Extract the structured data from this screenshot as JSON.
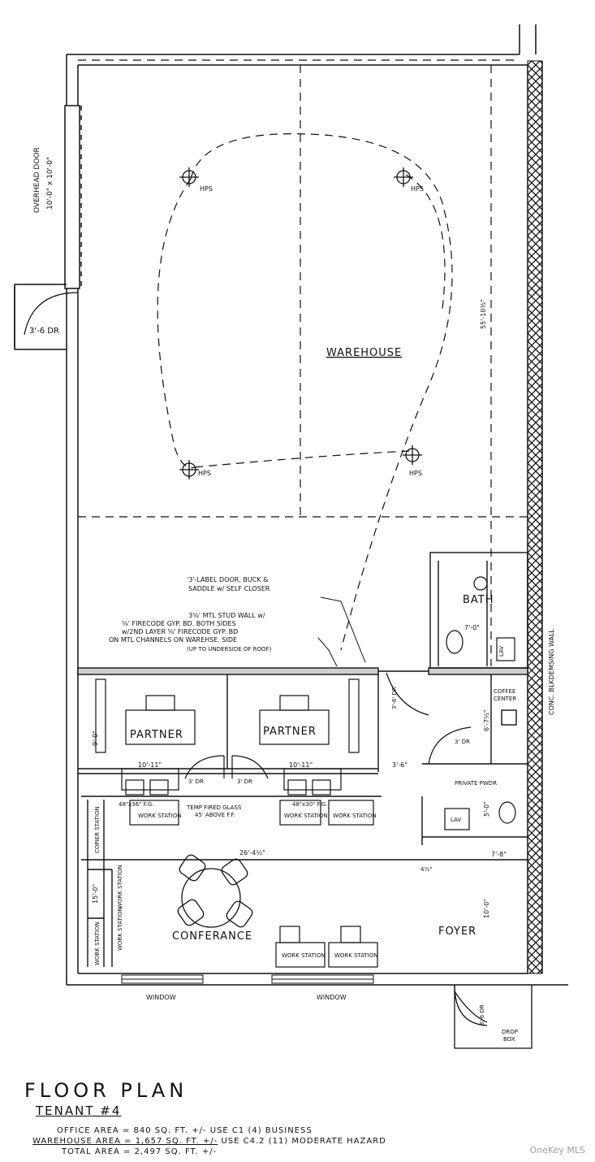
{
  "plan": {
    "rooms": {
      "warehouse": "WAREHOUSE",
      "partner_left": "PARTNER",
      "partner_right": "PARTNER",
      "bath": "BATH",
      "conference": "CONFERANCE",
      "foyer": "FOYER",
      "private_powder": "PRIVATE PWDR"
    },
    "labels": {
      "overhead_door_1": "OVERHEAD DOOR",
      "overhead_door_2": "10'-0\" x 10'-0\"",
      "side_door": "3'-6 DR",
      "hps_1": "HPS",
      "hps_2": "HPS",
      "hps_3": "HPS",
      "hps_4": "HPS",
      "warehouse_dim": "55'-10½\"",
      "label_door_1": "'3'-LABEL DOOR, BUCK &",
      "label_door_2": "SADDLE w/ SELF CLOSER",
      "stud_wall_1": "3⅝' MTL STUD WALL w/",
      "stud_wall_2": "⅝' FIRECODE GYP. BD. BOTH SIDES",
      "stud_wall_3": "w/2ND LAYER ⅝' FIRECODE GYP. BD",
      "stud_wall_4": "ON MTL CHANNELS ON WAREHSE. SIDE",
      "stud_wall_5": "(UP TO UNDERSIDE OF ROOF)",
      "conc_wall": "CONC. BLKDEMSING WALL",
      "door_36": "3'-6' DR",
      "coffee_1": "COFFEE",
      "coffee_2": "CENTER",
      "dim_6_7": "6'-7½\"",
      "dim_3dr": "3' DR",
      "dim_3_6": "3'-6\"",
      "dim_5_0": "5'-0\"",
      "lav": "LAV",
      "dim_9_0": "9'-0\"",
      "dim_10_11_a": "10'-11\"",
      "dim_10_11_b": "10'-11\"",
      "dr_3_a": "3' DR",
      "dr_3_b": "3' DR",
      "dr_3_c": "3' DR",
      "dim_7_0": "7'-0\"",
      "temp_glass_1": "TEMP FIRED GLASS",
      "temp_glass_2": "45' ABOVE F.F.",
      "fig_48x36": "48\"x36\" F.G.",
      "fig_48x30": "48\"x30\" F.G.",
      "ws_1": "WORK STATION",
      "ws_2": "WORK STATION",
      "ws_3": "WORK STATION",
      "ws_4": "WORK STATION",
      "ws_5": "WORK STATION",
      "ws_6": "WORK STATION",
      "ws_7": "WORK STATION",
      "ws_8": "WORK STATION",
      "copier": "COPIER STATION",
      "dim_26_4": "26'-4½\"",
      "dim_7_8": "7'-8\"",
      "dim_4_half": "4½\"",
      "dim_15_0": "15'-0\"",
      "dim_10_0": "10'-0\"",
      "window_1": "WINDOW",
      "window_2": "WINDOW",
      "dim_3_5_dr": "3'-6 DR",
      "drop_box_1": "DROP",
      "drop_box_2": "BOX"
    }
  },
  "title_block": {
    "title": "FLOOR PLAN",
    "tenant": "TENANT #4",
    "office_label": "OFFICE AREA = ",
    "office_value": "840 SQ. FT. +/-",
    "office_use": "USE C1 (4) BUSINESS",
    "warehouse_label": "WAREHOUSE AREA = ",
    "warehouse_value": "1,657 SQ. FT. +/-",
    "warehouse_use": "USE C4.2 (11) MODERATE HAZARD",
    "total_label": "TOTAL AREA = ",
    "total_value": "2,497 SQ. FT. +/-"
  },
  "watermark": "OneKey MLS"
}
